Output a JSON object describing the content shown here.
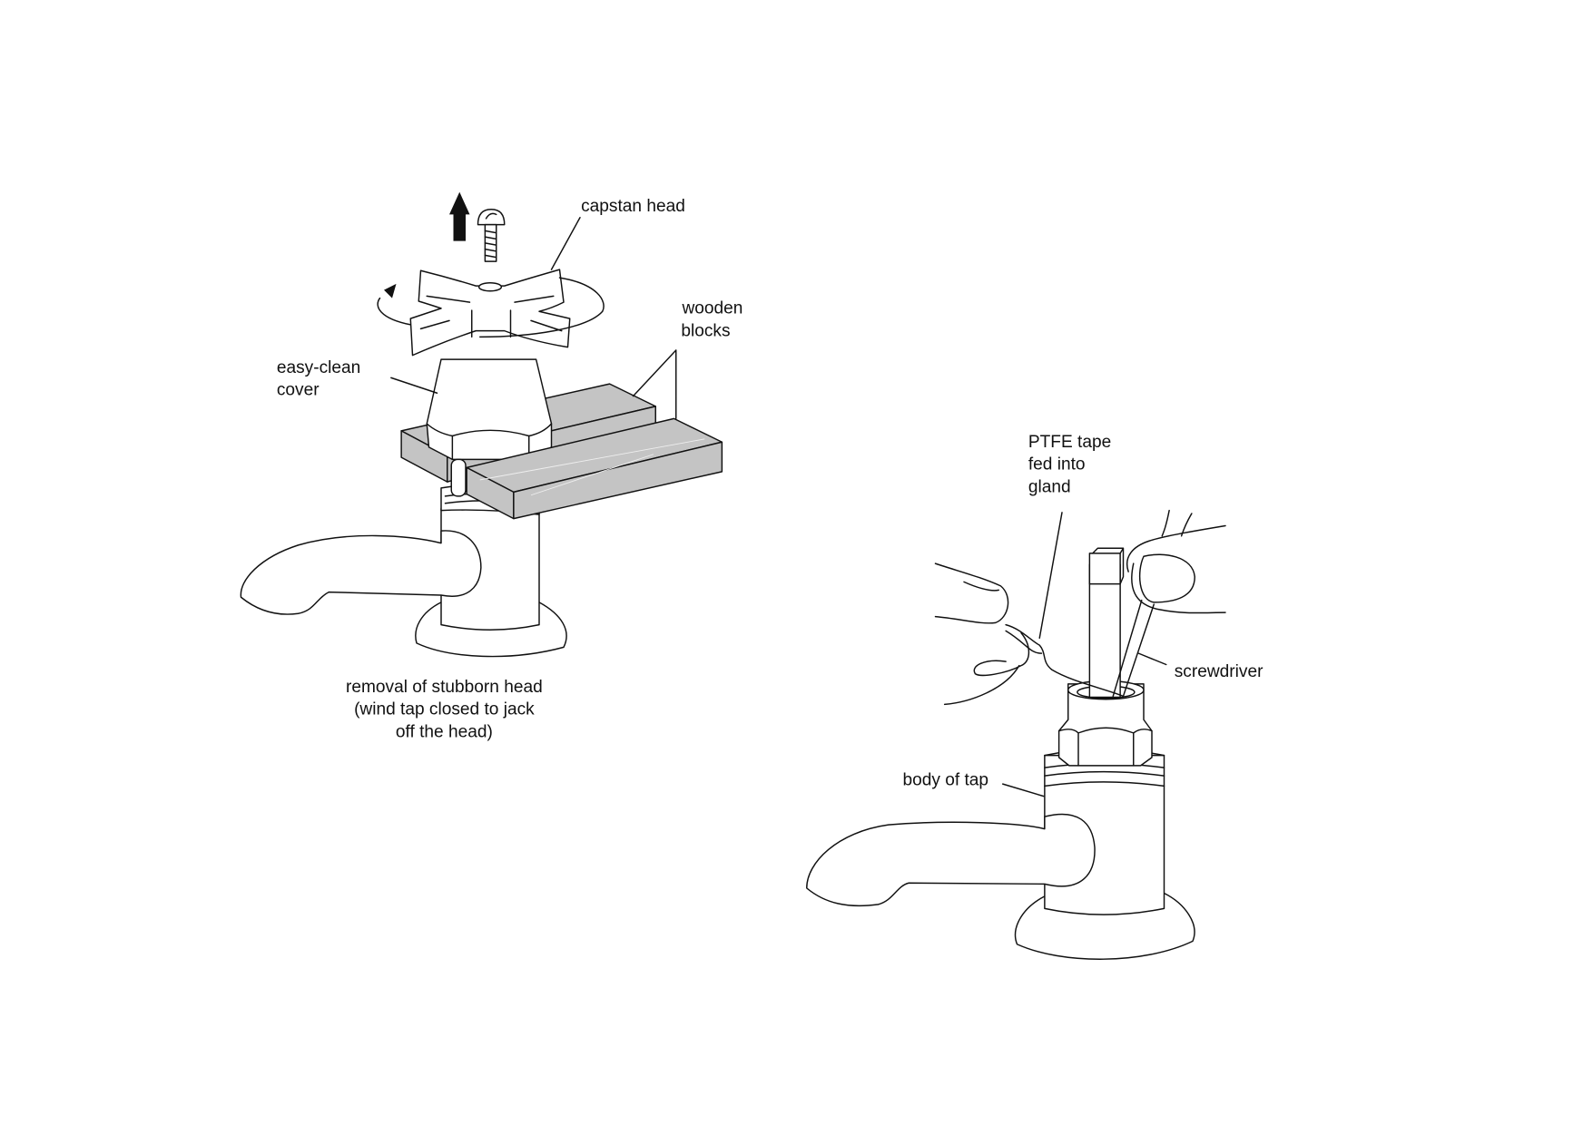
{
  "left_figure": {
    "labels": {
      "capstan_head": "capstan head",
      "wooden_blocks_1": "wooden",
      "wooden_blocks_2": "blocks",
      "easy_clean_1": "easy-clean",
      "easy_clean_2": "cover"
    },
    "caption": [
      "removal of stubborn head",
      "(wind tap closed to jack",
      "off the head)"
    ]
  },
  "right_figure": {
    "labels": {
      "ptfe_1": "PTFE tape",
      "ptfe_2": "fed into",
      "ptfe_3": "gland",
      "screwdriver": "screwdriver",
      "body_of_tap": "body of tap"
    }
  }
}
